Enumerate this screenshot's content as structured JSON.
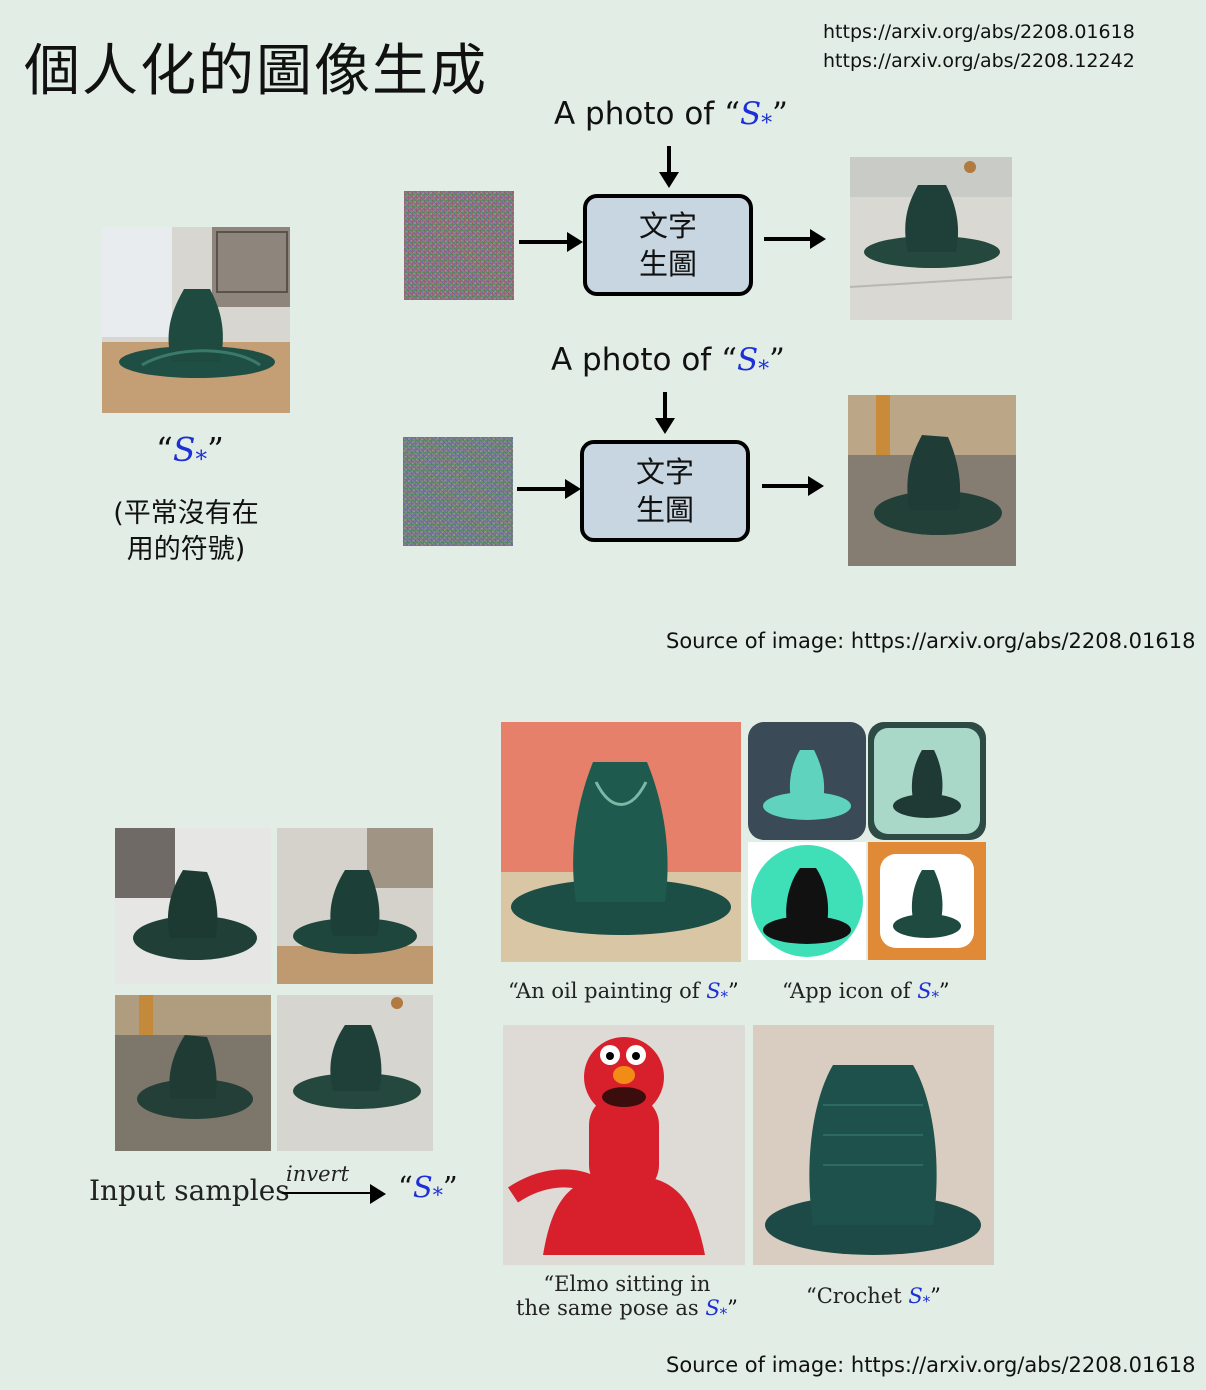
{
  "title": "個人化的圖像生成",
  "references": [
    "https://arxiv.org/abs/2208.01618",
    "https://arxiv.org/abs/2208.12242"
  ],
  "token": {
    "letter": "S",
    "subscript": "*"
  },
  "left_panel": {
    "token_note": "(平常沒有在\n用的符號)"
  },
  "pipelines": [
    {
      "prompt_prefix": "A photo of",
      "model_label_line1": "文字",
      "model_label_line2": "生圖"
    },
    {
      "prompt_prefix": "A photo of",
      "model_label_line1": "文字",
      "model_label_line2": "生圖"
    }
  ],
  "source_top": "Source of image: https://arxiv.org/abs/2208.01618",
  "input_row": {
    "label": "Input samples",
    "arrow_word": "invert"
  },
  "captions": {
    "oil": "“An oil painting of",
    "app": "“App icon of",
    "elmo_line1": "“Elmo sitting in",
    "elmo_line2": "the same pose as",
    "crochet": "“Crochet"
  },
  "source_bottom": "Source of image: https://arxiv.org/abs/2208.01618",
  "colors": {
    "background": "#e1ede5",
    "token_blue": "#1d2fd6",
    "model_box": "#c7d6e0"
  }
}
